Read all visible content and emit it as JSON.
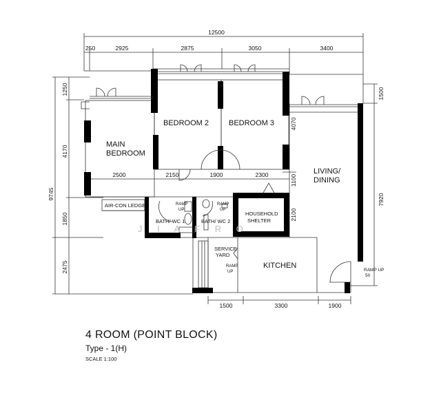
{
  "title": "4 ROOM (POINT BLOCK)",
  "subtitle": "Type - 1(H)",
  "scale": "SCALE 1:100",
  "watermark": "J I A F R O",
  "rooms": {
    "main_bedroom_line1": "MAIN",
    "main_bedroom_line2": "BEDROOM",
    "bedroom2": "BEDROOM  2",
    "bedroom3": "BEDROOM  3",
    "living_line1": "LIVING/",
    "living_line2": "DINING",
    "aircon_ledge": "AIR-CON LEDGE",
    "bath1": "BATH/ WC  1",
    "bath2": "BATH/ WC  2",
    "shelter_line1": "HOUSEHOLD",
    "shelter_line2": "SHELTER",
    "service_line1": "SERVICE",
    "service_line2": "YARD",
    "kitchen": "KITCHEN"
  },
  "ramp": {
    "ramp": "RAMP",
    "up": "UP",
    "ramp_up": "RAMP UP",
    "fifty": "50"
  },
  "dimensions": {
    "overall_width": "12500",
    "top": [
      "250",
      "2925",
      "2875",
      "3050",
      "3400"
    ],
    "left_overall": "9745",
    "left": [
      "1250",
      "4170",
      "1850",
      "2475"
    ],
    "middle": [
      "2500",
      "2150",
      "1900",
      "2300"
    ],
    "bottom": [
      "1500",
      "3300",
      "1900"
    ],
    "right": [
      "1500",
      "7920"
    ],
    "inner": [
      "4070",
      "1100",
      "2100"
    ]
  }
}
